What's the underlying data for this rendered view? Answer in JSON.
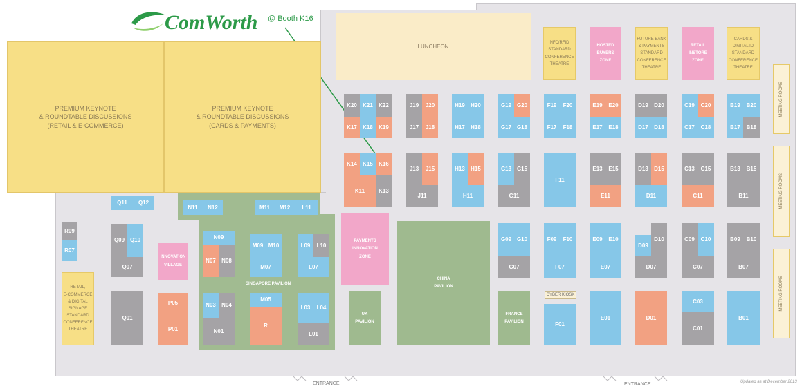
{
  "brand": {
    "name": "ComWorth",
    "booth_note": "@ Booth K16"
  },
  "keynote": {
    "left": "PREMIUM KEYNOTE\n& ROUNDTABLE DISCUSSIONS\n(RETAIL & E-COMMERCE)",
    "right": "PREMIUM KEYNOTE\n& ROUNDTABLE DISCUSSIONS\n(CARDS & PAYMENTS)"
  },
  "luncheon": "LUNCHEON",
  "theatres": {
    "nfc": "NFC/RFID\nSTANDARD\nCONFERENCE\nTHEATRE",
    "hosted": "HOSTED\nBUYERS\nZONE",
    "future": "FUTURE BANK\n& PAYMENTS\nSTANDARD\nCONFERENCE\nTHEATRE",
    "retail_instore": "RETAIL\nINSTORE\nZONE",
    "cards": "CARDS &\nDIGITAL ID\nSTANDARD\nCONFERENCE\nTHEATRE",
    "retail_ecom": "RETAIL,\nE-COMMERCE\n& DIGITAL\nSIGNAGE\nSTANDARD\nCONFERENCE\nTHEATRE"
  },
  "zones": {
    "innovation": "INNOVATION\nVILLAGE",
    "payments": "PAYMENTS\nINNOVATION\nZONE",
    "china": "CHINA\nPAVILION",
    "uk": "UK\nPAVILION",
    "france": "FRANCE\nPAVILION",
    "singapore": "SINGAPORE PAVILION",
    "kiosk": "CYBER KIOSK",
    "meeting": "MEETING ROOMS"
  },
  "entrance": "ENTRANCE",
  "updated": "Updated as at December 2013",
  "booths": [
    "K20",
    "K21",
    "K22",
    "K17",
    "K18",
    "K19",
    "K14",
    "K15",
    "K16",
    "K11",
    "K13",
    "J19",
    "J20",
    "J17",
    "J18",
    "J13",
    "J15",
    "J11",
    "H19",
    "H20",
    "H17",
    "H18",
    "H13",
    "H15",
    "H11",
    "G19",
    "G20",
    "G17",
    "G18",
    "G13",
    "G15",
    "G11",
    "G09",
    "G10",
    "G07",
    "F19",
    "F20",
    "F17",
    "F18",
    "F11",
    "F09",
    "F10",
    "F07",
    "F01",
    "E19",
    "E20",
    "E17",
    "E18",
    "E13",
    "E15",
    "E11",
    "E09",
    "E10",
    "E07",
    "E01",
    "D19",
    "D20",
    "D17",
    "D18",
    "D13",
    "D15",
    "D11",
    "D09",
    "D10",
    "D07",
    "D01",
    "C19",
    "C20",
    "C17",
    "C18",
    "C13",
    "C15",
    "C11",
    "C09",
    "C10",
    "C07",
    "C03",
    "C01",
    "B19",
    "B20",
    "B17",
    "B18",
    "B13",
    "B15",
    "B11",
    "B09",
    "B10",
    "B07",
    "B01",
    "Q11",
    "Q12",
    "Q09",
    "Q10",
    "Q07",
    "Q01",
    "R09",
    "R07",
    "N11",
    "N12",
    "N09",
    "N07",
    "N08",
    "N03",
    "N04",
    "N01",
    "M11",
    "M12",
    "M09",
    "M10",
    "M07",
    "M05",
    "L11",
    "L09",
    "L10",
    "L07",
    "L03",
    "L04",
    "L01",
    "P05",
    "P01",
    "R"
  ]
}
